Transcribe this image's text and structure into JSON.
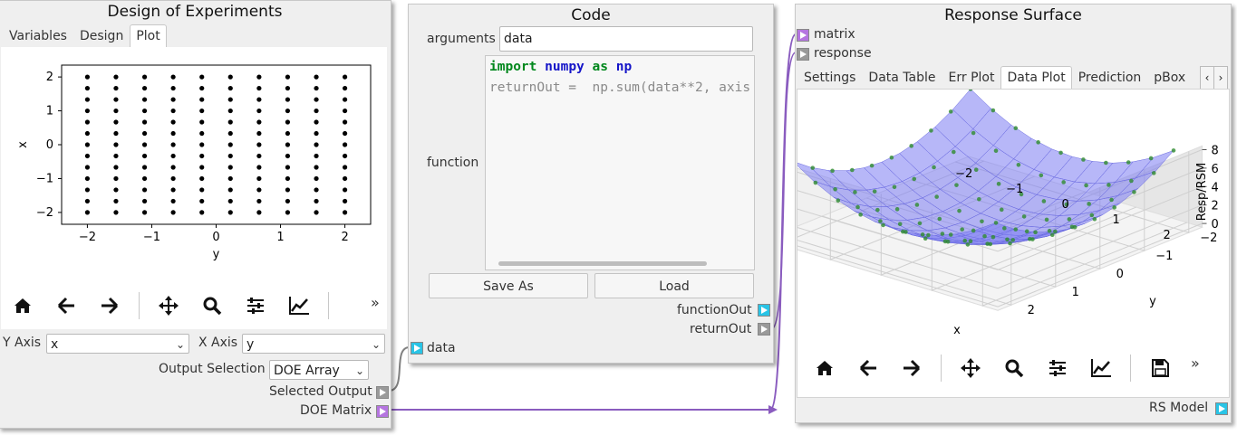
{
  "doe": {
    "title": "Design of Experiments",
    "tabs": [
      "Variables",
      "Design",
      "Plot"
    ],
    "active_tab": "Plot",
    "y_axis_label": "Y Axis",
    "y_axis_value": "x",
    "x_axis_label": "X Axis",
    "x_axis_value": "y",
    "output_selection_label": "Output Selection",
    "output_selection_value": "DOE Array",
    "selected_output_label": "Selected Output",
    "doe_matrix_label": "DOE Matrix",
    "more_label": "»"
  },
  "code": {
    "title": "Code",
    "arguments_label": "arguments",
    "arguments_value": "data",
    "function_label": "function",
    "code_line1_kw1": "import",
    "code_line1_mod1": "numpy",
    "code_line1_kw2": "as",
    "code_line1_mod2": "np",
    "code_line2": "returnOut =  np.sum(data**2, axis",
    "save_as_label": "Save As",
    "load_label": "Load",
    "function_out_label": "functionOut",
    "return_out_label": "returnOut",
    "data_input_label": "data"
  },
  "rs": {
    "title": "Response Surface",
    "matrix_label": "matrix",
    "response_label": "response",
    "tabs": [
      "Settings",
      "Data Table",
      "Err Plot",
      "Data Plot",
      "Prediction",
      "pBox"
    ],
    "active_tab": "Data Plot",
    "rs_model_label": "RS Model",
    "more_label": "»"
  },
  "colors": {
    "cyan_port": "#29c4e6",
    "gray_port": "#9a9a9a",
    "purple_port": "#b575e0",
    "wire_purple": "#8a5cbf",
    "wire_gray": "#808080",
    "surface": "#7b7bf2",
    "points": "#2e8b2e"
  },
  "chart_data": [
    {
      "type": "scatter",
      "title": "",
      "xlabel": "y",
      "ylabel": "x",
      "x_ticks": [
        -2,
        -1,
        0,
        1,
        2
      ],
      "y_ticks": [
        -2,
        -1,
        0,
        1,
        2
      ],
      "xlim": [
        -2.4,
        2.4
      ],
      "ylim": [
        -2.35,
        2.35
      ],
      "grid_x": [
        -2,
        -1.556,
        -1.111,
        -0.667,
        -0.222,
        0.222,
        0.667,
        1.111,
        1.556,
        2
      ],
      "grid_y": [
        -2,
        -1.667,
        -1.333,
        -1,
        -0.667,
        -0.333,
        0,
        0.333,
        0.667,
        1,
        1.333,
        1.667,
        2
      ],
      "grid": false
    },
    {
      "type": "surface3d",
      "title": "",
      "xlabel": "x",
      "ylabel": "y",
      "zlabel": "Resp/RSM",
      "x_ticks": [
        -2,
        -1,
        0,
        1,
        2
      ],
      "y_ticks": [
        -2,
        -1,
        0,
        1,
        2
      ],
      "z_ticks": [
        0,
        2,
        4,
        6,
        8
      ],
      "function": "z = x^2 + y^2",
      "grid": true
    }
  ]
}
